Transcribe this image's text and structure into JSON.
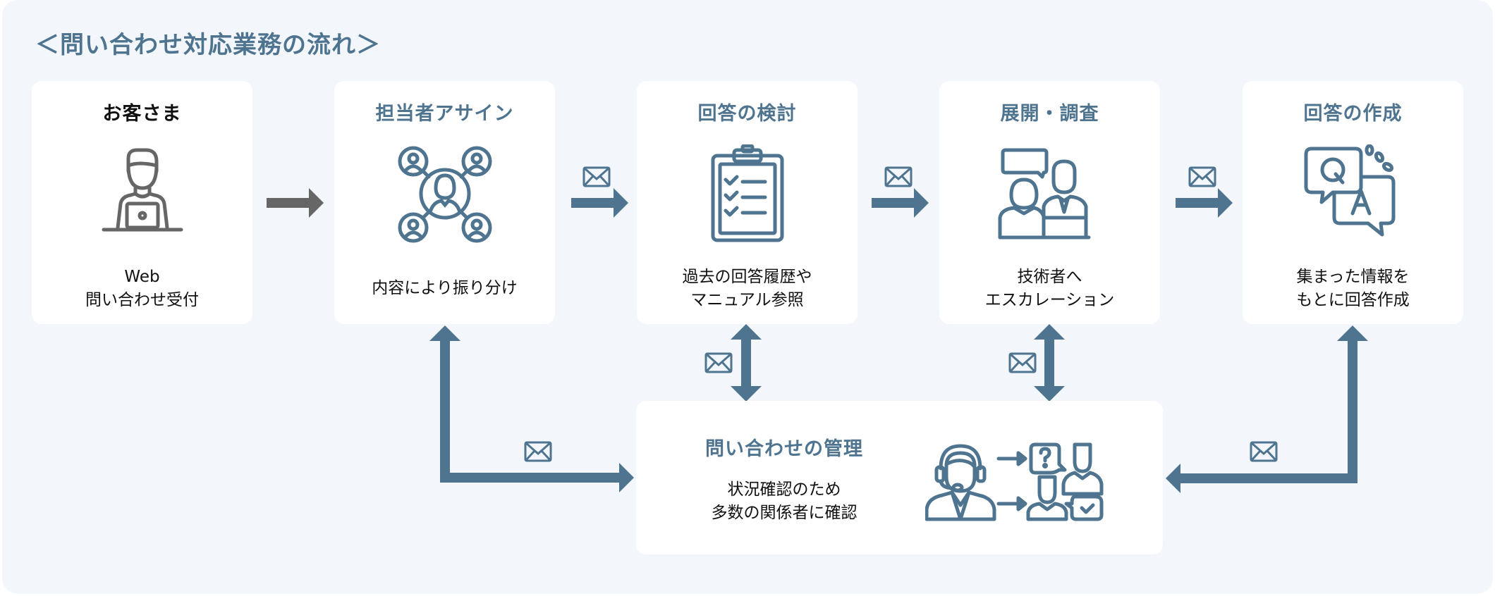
{
  "title": "＜問い合わせ対応業務の流れ＞",
  "colors": {
    "accent": "#4e7490",
    "customer_arrow": "#666666",
    "panel_background": "#f3f7fb",
    "card_background": "#ffffff",
    "text": "#111111"
  },
  "steps": [
    {
      "heading": "お客さま",
      "icon": "customer-laptop-icon",
      "desc": [
        "Web",
        "問い合わせ受付"
      ]
    },
    {
      "heading": "担当者アサイン",
      "icon": "team-network-icon",
      "desc": [
        "内容により振り分け"
      ]
    },
    {
      "heading": "回答の検討",
      "icon": "clipboard-checklist-icon",
      "desc": [
        "過去の回答履歴や",
        "マニュアル参照"
      ]
    },
    {
      "heading": "展開・調査",
      "icon": "consultation-people-icon",
      "desc": [
        "技術者へ",
        "エスカレーション"
      ]
    },
    {
      "heading": "回答の作成",
      "icon": "qa-speech-bubbles-icon",
      "desc": [
        "集まった情報を",
        "もとに回答作成"
      ]
    }
  ],
  "management": {
    "heading": "問い合わせの管理",
    "icon": "operator-contacting-stakeholders-icon",
    "desc": [
      "状況確認のため",
      "多数の関係者に確認"
    ]
  },
  "connectors": [
    {
      "from": "お客さま",
      "to": "担当者アサイン",
      "type": "arrow",
      "mail": false
    },
    {
      "from": "担当者アサイン",
      "to": "回答の検討",
      "type": "arrow",
      "mail": true
    },
    {
      "from": "回答の検討",
      "to": "展開・調査",
      "type": "arrow",
      "mail": true
    },
    {
      "from": "展開・調査",
      "to": "回答の作成",
      "type": "arrow",
      "mail": true
    },
    {
      "from": "問い合わせの管理",
      "to": "担当者アサイン",
      "type": "bidirectional-elbow",
      "mail": true
    },
    {
      "from": "回答の検討",
      "to": "問い合わせの管理",
      "type": "bidirectional",
      "mail": true
    },
    {
      "from": "展開・調査",
      "to": "問い合わせの管理",
      "type": "bidirectional",
      "mail": true
    },
    {
      "from": "問い合わせの管理",
      "to": "回答の作成",
      "type": "bidirectional-elbow",
      "mail": true
    }
  ]
}
